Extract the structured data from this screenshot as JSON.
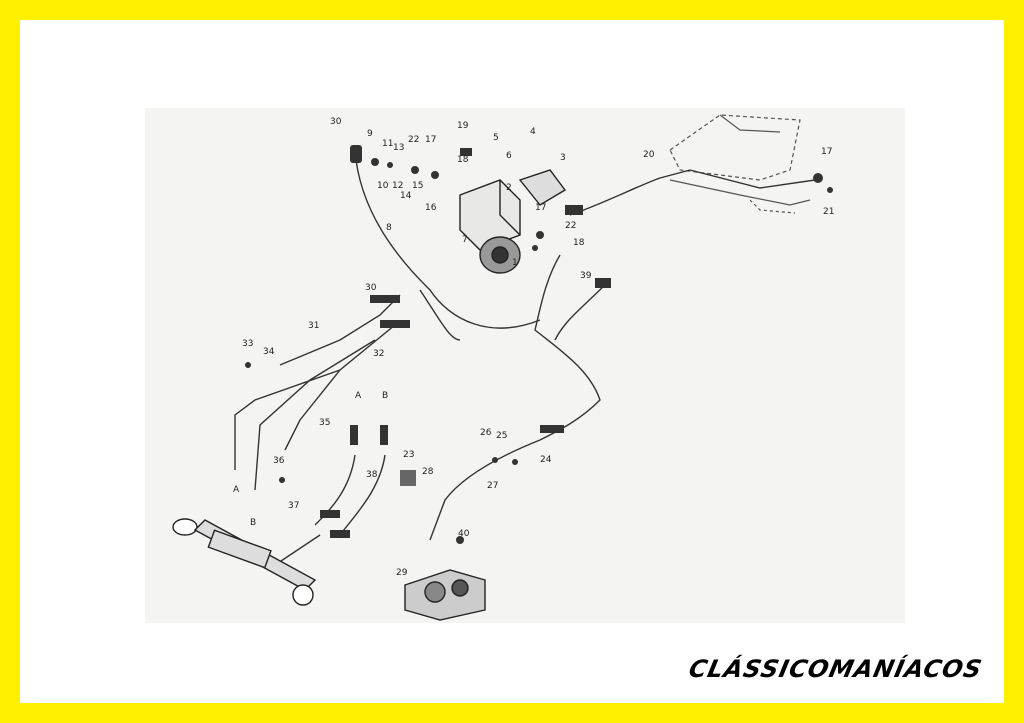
{
  "brand": {
    "text": "CLÁSSICOMANÍACOS"
  },
  "colors": {
    "border": "#FFF000",
    "card": "#FFFFFF",
    "ink": "#222222"
  },
  "diagram": {
    "part_labels": [
      "30",
      "9",
      "11",
      "13",
      "22",
      "17",
      "19",
      "5",
      "4",
      "3",
      "6",
      "18",
      "10",
      "12",
      "14",
      "15",
      "16",
      "8",
      "7",
      "2",
      "1",
      "17",
      "22",
      "18",
      "39",
      "20",
      "17",
      "21",
      "30",
      "31",
      "32",
      "33",
      "34",
      "35",
      "A",
      "B",
      "A",
      "B",
      "36",
      "37",
      "38",
      "23",
      "28",
      "26",
      "25",
      "24",
      "27",
      "40",
      "29"
    ]
  }
}
